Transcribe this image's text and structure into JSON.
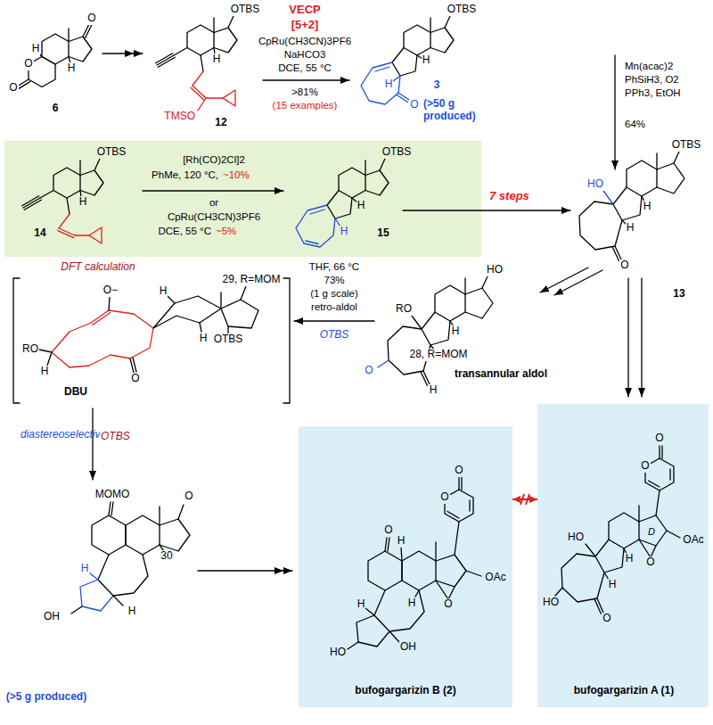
{
  "diagram": {
    "nodes": [
      {
        "text": [
          "OTBS",
          "H",
          "14",
          "[Rh(CO)2Cl]2",
          "PhMe, 120 °C,",
          "~10%",
          "or",
          "CpRu(CH3CN)3PF6",
          "DCE, 55 °C",
          "~5%",
          "OTBS",
          "H",
          "H",
          "15"
        ]
      },
      {
        "text": [
          "O",
          "O",
          "OAc",
          "O",
          "O",
          "H",
          "H",
          "H",
          "HO",
          "OH",
          "bufogargarizin B (2)"
        ]
      },
      {
        "text": [
          "O",
          "O",
          "D",
          "OAc",
          "O",
          "HO",
          "H",
          "H",
          "HO",
          "O",
          "bufogargarizin A (1)"
        ]
      }
    ],
    "edges": [
      {
        "from": 1,
        "to": 2,
        "arrow": "both"
      }
    ],
    "labels": [
      "O",
      "O",
      "O",
      "H",
      "H",
      "6",
      "OTBS",
      "H",
      "TMSO",
      "12",
      "VECP",
      "[5+2]",
      "CpRu(CH3CN)3PF6",
      "NaHCO3",
      "DCE, 55 °C",
      ">81%",
      "(15 examples)",
      "OTBS",
      "H",
      "H",
      "O",
      "3",
      "(>50 g produced)",
      "Mn(acac)2",
      "PhSiH3, O2",
      "PPh3, EtOH",
      "64%",
      "7 steps",
      "OTBS",
      "HO",
      "H",
      "H",
      "O",
      "13",
      "DFT calculation",
      "O−",
      "O",
      "RO",
      "H",
      "H",
      "H",
      "OTBS",
      "29, R=MOM",
      "DBU",
      "THF, 66 °C",
      "73%",
      "(1 g scale)",
      "retro-aldol",
      "OTBS",
      "HO",
      "RO",
      "O",
      "H",
      "H",
      "28, R=MOM",
      "transannular aldol",
      "diastereoselective",
      "OTBS",
      "O",
      "MOMO",
      "OH",
      "H",
      "H",
      "30",
      "(>5 g produced)"
    ]
  }
}
